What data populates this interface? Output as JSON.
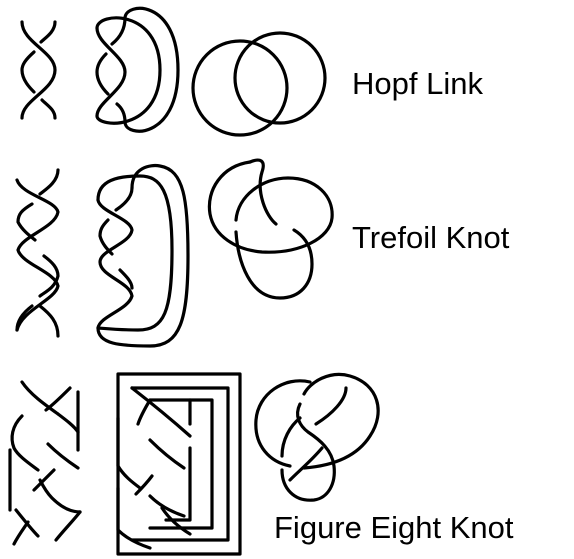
{
  "rows": [
    {
      "id": "hopf",
      "label": "Hopf Link"
    },
    {
      "id": "trefoil",
      "label": "Trefoil Knot"
    },
    {
      "id": "figure-eight",
      "label": "Figure Eight Knot"
    }
  ]
}
